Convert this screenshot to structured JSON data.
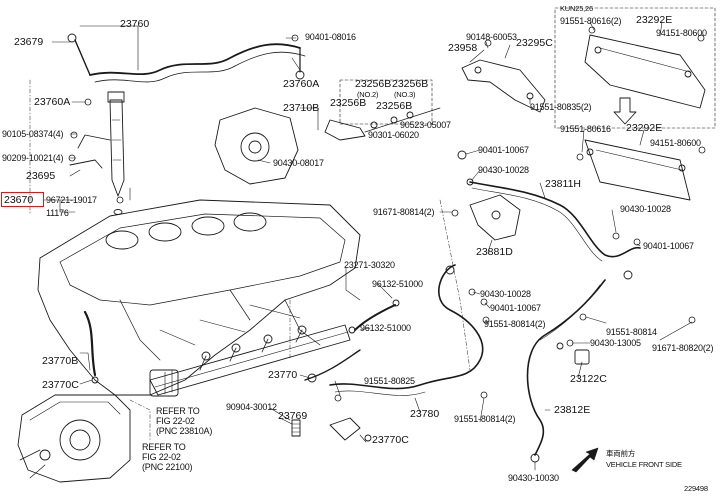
{
  "colors": {
    "line": "#1a1a1a",
    "highlight": "#cc1f1f",
    "background": "#ffffff"
  },
  "header": {
    "model_code": "KUN25,26"
  },
  "labels": {
    "p23760": "23760",
    "p23679": "23679",
    "p90401_08016": "90401-08016",
    "p23760A_top": "23760A",
    "p23760A_left": "23760A",
    "p23710B": "23710B",
    "p23256B_1": "23256B",
    "no2": "(NO.2)",
    "p23256B_2": "23256B",
    "p23256B_3": "23256B",
    "no3": "(NO.3)",
    "p23256B_4": "23256B",
    "p90523_05007": "90523-05007",
    "p90301_06020": "90301-06020",
    "p90430_08017": "90430-08017",
    "p90105_08374": "90105-08374(4)",
    "p90209_10021": "90209-10021(4)",
    "p23695": "23695",
    "p23670": "23670",
    "p96721_19017": "96721-19017",
    "p11176": "11176",
    "p90148_60053": "90148-60053",
    "p23958": "23958",
    "p23295C": "23295C",
    "p91551_80835": "91551-80835(2)",
    "p91551_80616_top": "91551-80616(2)",
    "p23292E_top": "23292E",
    "p94151_80600_top": "94151-80600",
    "p91551_80616_mid": "91551-80616",
    "p23292E_mid": "23292E",
    "p94151_80600_mid": "94151-80600",
    "p90401_10067_a": "90401-10067",
    "p90430_10028_a": "90430-10028",
    "p23811H": "23811H",
    "p91671_80814": "91671-80814(2)",
    "p23881D": "23881D",
    "p90430_10028_b": "90430-10028",
    "p90401_10067_b": "90401-10067",
    "p23271_30320": "23271-30320",
    "p96132_51000_a": "96132-51000",
    "p96132_51000_b": "96132-51000",
    "p90430_10028_c": "90430-10028",
    "p90401_10067_c": "90401-10067",
    "p91551_80814_a": "91551-80814(2)",
    "p91551_80814_b": "91551-80814",
    "p90430_13005": "90430-13005",
    "p91671_80820": "91671-80820(2)",
    "p23122C": "23122C",
    "p23770B": "23770B",
    "p23770C_left": "23770C",
    "p23770": "23770",
    "p91551_80825": "91551-80825",
    "p90904_30012": "90904-30012",
    "p23769": "23769",
    "p23780": "23780",
    "p91551_80814_c": "91551-80814(2)",
    "p23812E": "23812E",
    "p23770C_bottom": "23770C",
    "p90430_10030": "90430-10030",
    "refer1_a": "REFER TO",
    "refer1_b": "FIG 22-02",
    "refer1_c": "(PNC 23810A)",
    "refer2_a": "REFER TO",
    "refer2_b": "FIG 22-02",
    "refer2_c": "(PNC 22100)",
    "front_cn": "車両前方",
    "front_en": "VEHICLE FRONT SIDE",
    "drawing_no": "229498"
  }
}
